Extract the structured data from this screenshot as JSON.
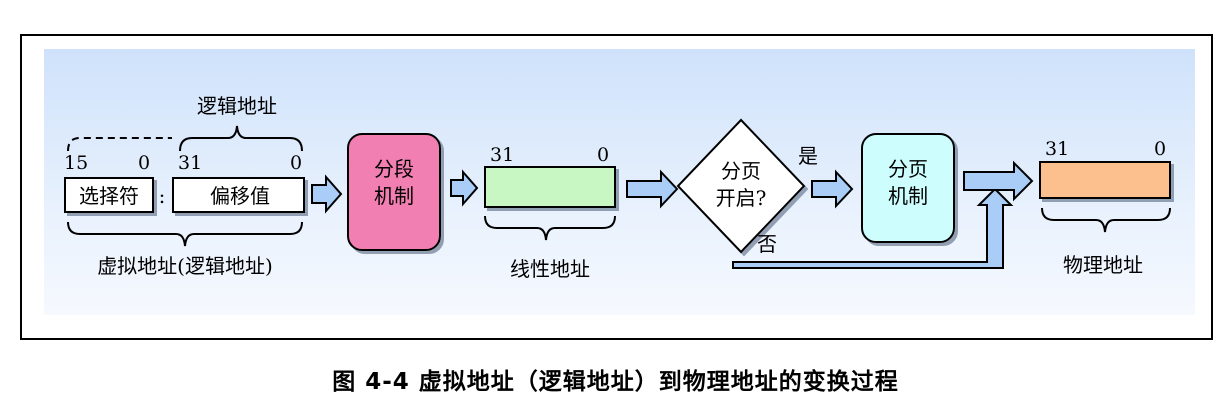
{
  "diagram": {
    "logical_address_label": "逻辑地址",
    "selector_bits": {
      "high": "15",
      "low": "0"
    },
    "offset_bits": {
      "high": "31",
      "low": "0"
    },
    "selector_label": "选择符",
    "colon": ":",
    "offset_label": "偏移值",
    "virtual_address_label": "虚拟地址(逻辑地址)",
    "segmentation": {
      "line1": "分段",
      "line2": "机制"
    },
    "linear_bits": {
      "high": "31",
      "low": "0"
    },
    "linear_address_label": "线性地址",
    "paging_decision": {
      "line1": "分页",
      "line2": "开启?"
    },
    "yes_label": "是",
    "no_label": "否",
    "paging": {
      "line1": "分页",
      "line2": "机制"
    },
    "physical_bits": {
      "high": "31",
      "low": "0"
    },
    "physical_address_label": "物理地址",
    "colors": {
      "segmentation_fill": "#f27fb2",
      "linear_fill": "#c9f7c4",
      "paging_fill": "#cdfdfd",
      "physical_fill": "#fbc08e",
      "arrow_fill": "#a9cdf7"
    }
  },
  "caption": "图 4-4 虚拟地址（逻辑地址）到物理地址的变换过程"
}
